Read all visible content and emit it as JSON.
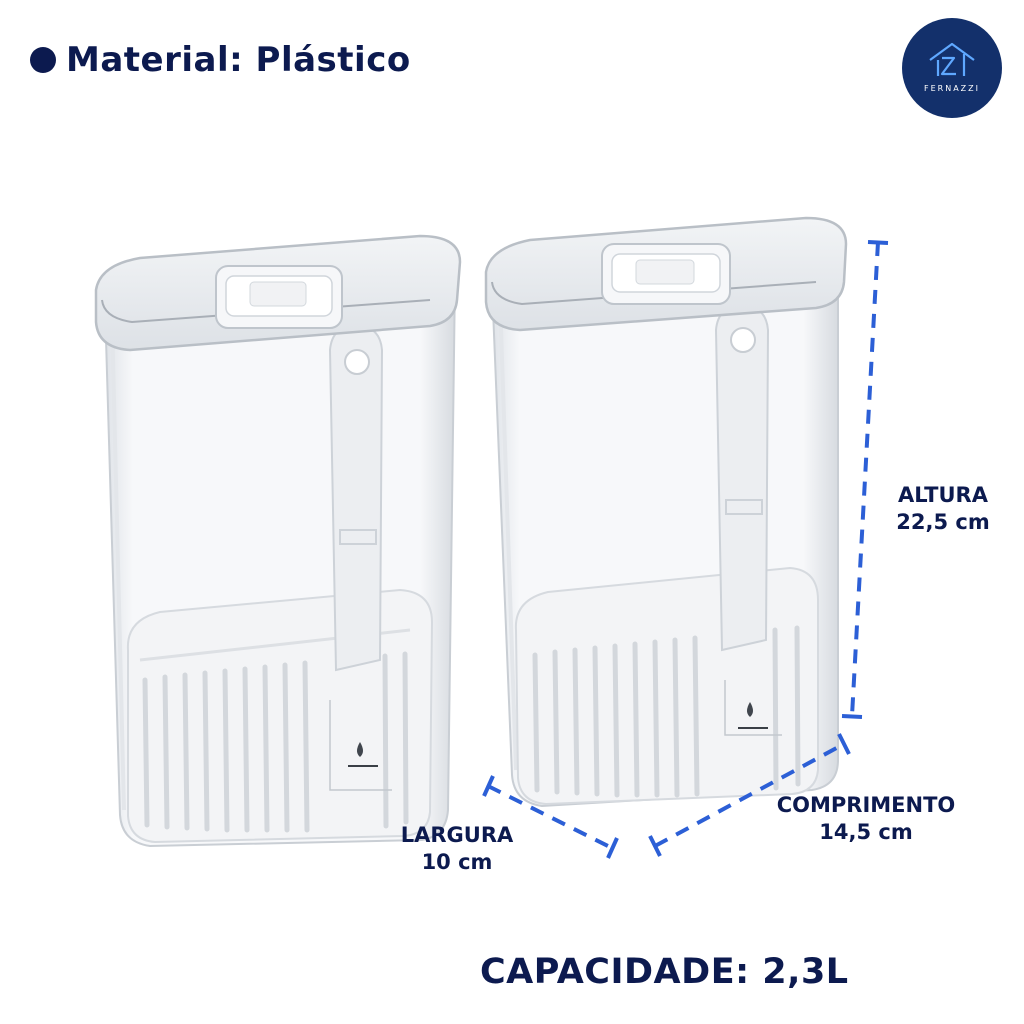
{
  "header": {
    "material_label": "Material: Plástico"
  },
  "logo": {
    "brand": "FERNAZZI",
    "color": "#13306b"
  },
  "dimensions": {
    "altura": {
      "label": "ALTURA",
      "value": "22,5 cm"
    },
    "comprimento": {
      "label": "COMPRIMENTO",
      "value": "14,5 cm"
    },
    "largura": {
      "label": "LARGURA",
      "value": "10 cm"
    }
  },
  "capacity": {
    "text": "CAPACIDADE: 2,3L"
  },
  "colors": {
    "text": "#0c1a4f",
    "dimension_line": "#2c5fd6",
    "logo_bg": "#13306b",
    "logo_mark": "#5fa8ff"
  },
  "icons": [
    "bullet-dot-icon",
    "house-logo-icon",
    "water-drop-icon"
  ]
}
